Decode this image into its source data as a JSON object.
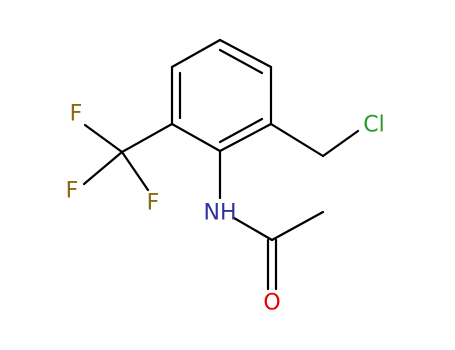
{
  "molecule": {
    "atoms": {
      "cl": {
        "symbol": "Cl",
        "color": "#2a9a2a"
      },
      "nh": {
        "symbol": "NH",
        "color": "#3030a0"
      },
      "o": {
        "symbol": "O",
        "color": "#e60000"
      },
      "f_top": {
        "symbol": "F",
        "color": "#8a6a10"
      },
      "f_left": {
        "symbol": "F",
        "color": "#8a6a10"
      },
      "f_right": {
        "symbol": "F",
        "color": "#8a6a10"
      }
    },
    "bond_color": "#000000"
  }
}
